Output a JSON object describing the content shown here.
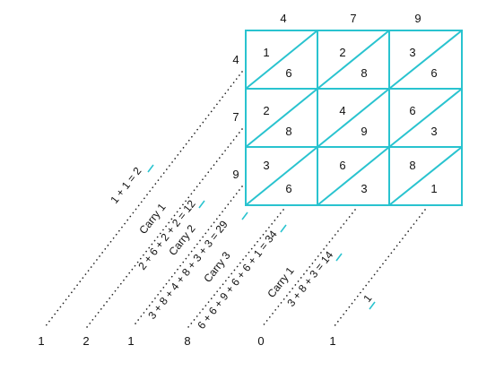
{
  "multiplicand_digits": [
    "4",
    "7",
    "9"
  ],
  "multiplier_digits": [
    "4",
    "7",
    "9"
  ],
  "cells": [
    [
      {
        "tens": "1",
        "ones": "6"
      },
      {
        "tens": "2",
        "ones": "8"
      },
      {
        "tens": "3",
        "ones": "6"
      }
    ],
    [
      {
        "tens": "2",
        "ones": "8"
      },
      {
        "tens": "4",
        "ones": "9"
      },
      {
        "tens": "6",
        "ones": "3"
      }
    ],
    [
      {
        "tens": "3",
        "ones": "6"
      },
      {
        "tens": "6",
        "ones": "3"
      },
      {
        "tens": "8",
        "ones": "1"
      }
    ]
  ],
  "diagonal_labels": [
    "1 + 1 = 2",
    "Carry 1",
    "2 + 6 + 2 + 2 = 12",
    "Carry 2",
    "3 + 8 + 4 + 8 + 3 + 3 = 29",
    "Carry 3",
    "6 + 6 + 9 + 6 + 6 + 1 = 34",
    "Carry 1",
    "3 + 8 + 3 = 14",
    "1"
  ],
  "result_digits": [
    "1",
    "2",
    "1",
    "8",
    "0",
    "1"
  ],
  "colors": {
    "grid": "#29c3cf",
    "text": "#111111"
  }
}
